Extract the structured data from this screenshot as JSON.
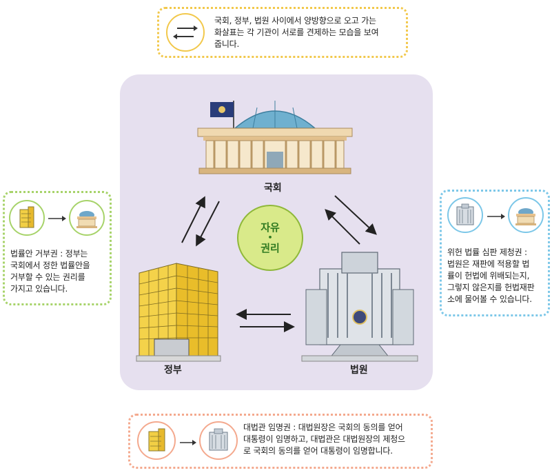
{
  "top_note": {
    "lines": [
      "국회, 정부, 법원 사이에서 양방향으로 오고 가는",
      "화살표는 각 기관이 서로를 견제하는 모습을 보여",
      "줍니다."
    ]
  },
  "left_note": {
    "lines": [
      "법률안 거부권 : 정부는",
      "국회에서 정한 법률안을",
      "거부할 수 있는 권리를",
      "가지고 있습니다."
    ]
  },
  "right_note": {
    "lines": [
      "위헌 법률 심판 제청권 :",
      "법원은 재판에 적용할 법",
      "률이 헌법에 위배되는지,",
      "그렇지 않은지를 헌법재판",
      "소에 물어볼 수 있습니다."
    ]
  },
  "bottom_note": {
    "lines": [
      "대법관 임명권 : 대법원장은 국회의 동의를 얻어",
      "대통령이 임명하고, 대법관은 대법원장의 제청으",
      "로 국회의 동의를 얻어 대통령이 임명합니다."
    ]
  },
  "nodes": {
    "assembly": "국회",
    "government": "정부",
    "court": "법원"
  },
  "center": {
    "line1": "자유",
    "dot": "•",
    "line2": "권리"
  },
  "colors": {
    "panel": "#e6e0ef",
    "center_fill": "#d9ea8a",
    "center_text": "#2f7a20",
    "top_border": "#f2c84b",
    "left_border": "#a7d36a",
    "right_border": "#7cc7e8",
    "bottom_border": "#f4a98e"
  }
}
